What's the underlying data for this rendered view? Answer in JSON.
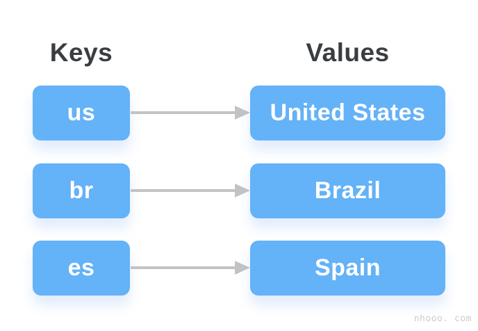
{
  "diagram": {
    "headings": {
      "keys": "Keys",
      "values": "Values"
    },
    "mappings": [
      {
        "key": "us",
        "value": "United States"
      },
      {
        "key": "br",
        "value": "Brazil"
      },
      {
        "key": "es",
        "value": "Spain"
      }
    ],
    "icons": [
      {
        "name": "arrow-right-icon",
        "glyph": "→",
        "count": 3
      }
    ],
    "colors": {
      "box_fill": "#64b2f7",
      "box_text": "#ffffff",
      "heading_text": "#3a3d41",
      "arrow": "#c3c3c3",
      "background": "#ffffff",
      "watermark_text": "#cccccc"
    },
    "watermark": "nhooo. com"
  }
}
